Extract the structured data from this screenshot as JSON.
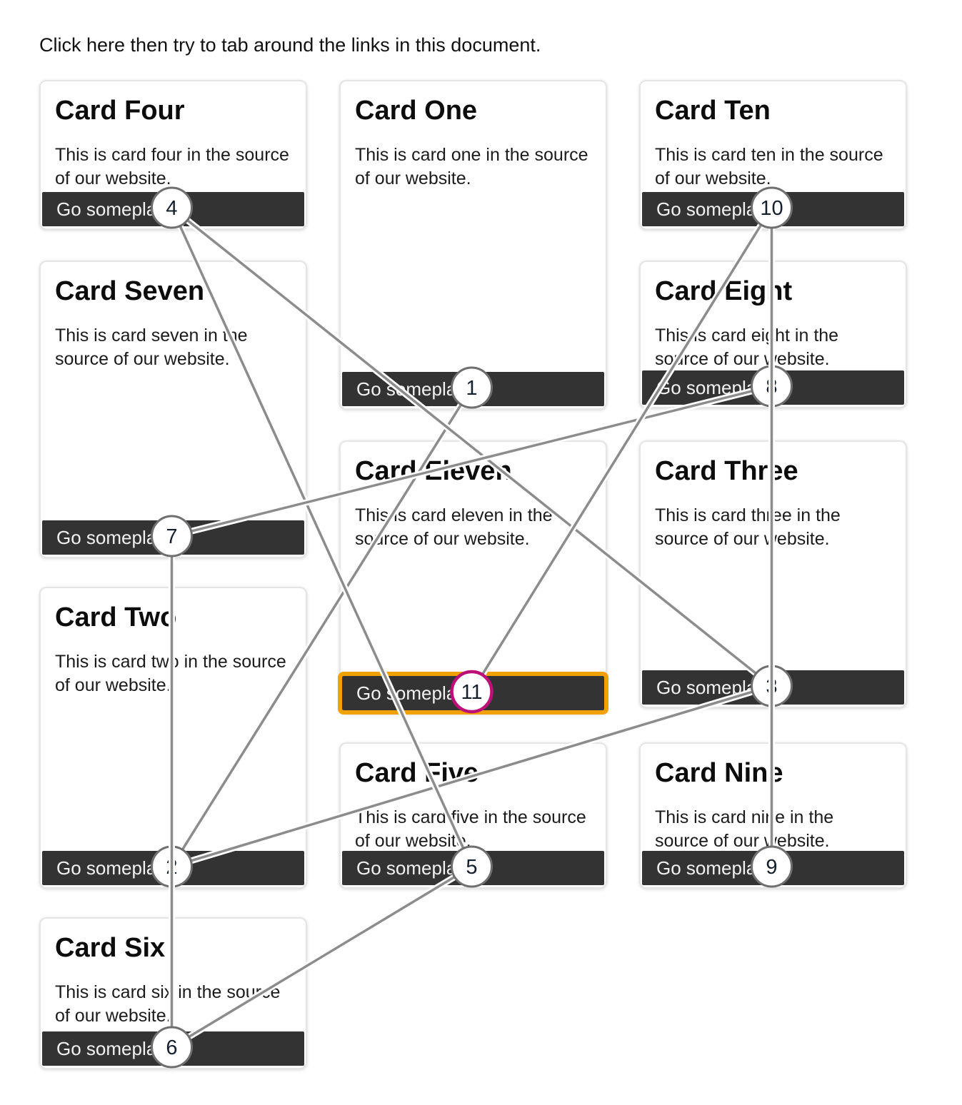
{
  "page": {
    "intro_text": "Click here then try to tab around the links in this document."
  },
  "colors": {
    "button_bg": "#333333",
    "button_text": "#f2f2f2",
    "card_border": "#e5e5e5",
    "line_gray": "#8c8c8c",
    "line_casing": "#ffffff",
    "badge_fill": "#ffffff",
    "badge_border_gray": "#6f6f6f",
    "badge_number": "#16202b",
    "current_badge_border_magenta": "#bb1077",
    "focus_outline_orange": "#f2a104"
  },
  "cards": [
    {
      "id": "one",
      "title": "Card One",
      "body": "This is card one in the source of our website.",
      "link_label": "Go someplace",
      "tab_stop": 1,
      "current": false
    },
    {
      "id": "two",
      "title": "Card Two",
      "body": "This is card two in the source of our website.",
      "link_label": "Go someplace",
      "tab_stop": 2,
      "current": false
    },
    {
      "id": "three",
      "title": "Card Three",
      "body": "This is card three in the source of our website.",
      "link_label": "Go someplace",
      "tab_stop": 3,
      "current": false
    },
    {
      "id": "four",
      "title": "Card Four",
      "body": "This is card four in the source of our website.",
      "link_label": "Go someplace",
      "tab_stop": 4,
      "current": false
    },
    {
      "id": "five",
      "title": "Card Five",
      "body": "This is card five in the source of our website.",
      "link_label": "Go someplace",
      "tab_stop": 5,
      "current": false
    },
    {
      "id": "six",
      "title": "Card Six",
      "body": "This is card six in the source of our website.",
      "link_label": "Go someplace",
      "tab_stop": 6,
      "current": false
    },
    {
      "id": "seven",
      "title": "Card Seven",
      "body": "This is card seven in the source of our website.",
      "link_label": "Go someplace",
      "tab_stop": 7,
      "current": false
    },
    {
      "id": "eight",
      "title": "Card Eight",
      "body": "This is card eight in the source of our website.",
      "link_label": "Go someplace",
      "tab_stop": 8,
      "current": false
    },
    {
      "id": "nine",
      "title": "Card Nine",
      "body": "This is card nine in the source of our website.",
      "link_label": "Go someplace",
      "tab_stop": 9,
      "current": false
    },
    {
      "id": "ten",
      "title": "Card Ten",
      "body": "This is card ten in the source of our website.",
      "link_label": "Go someplace",
      "tab_stop": 10,
      "current": false
    },
    {
      "id": "eleven",
      "title": "Card Eleven",
      "body": "This is card eleven in the source of our website.",
      "link_label": "Go someplace",
      "tab_stop": 11,
      "current": true
    }
  ]
}
